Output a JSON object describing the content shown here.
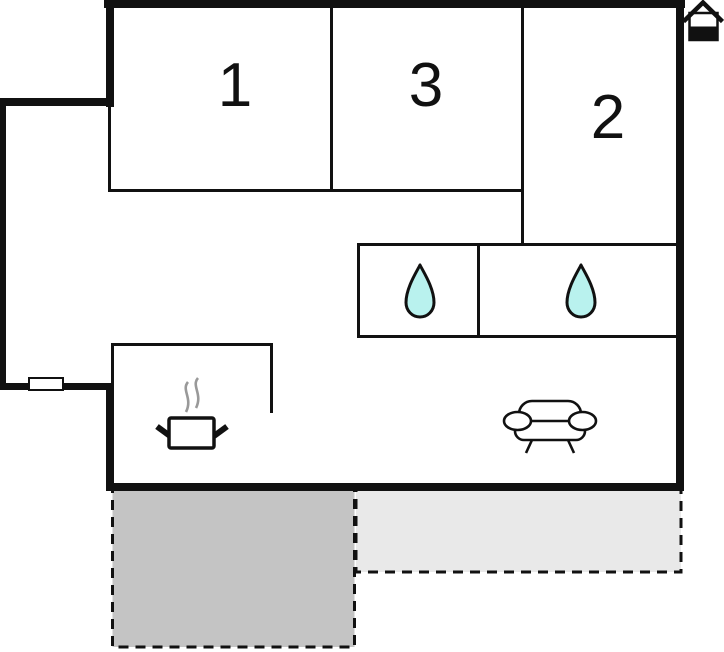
{
  "floorplan": {
    "rooms": [
      {
        "id": "room-1",
        "label": "1"
      },
      {
        "id": "room-3",
        "label": "3"
      },
      {
        "id": "room-2",
        "label": "2"
      }
    ],
    "bathrooms": {
      "water_drop_count": 2
    },
    "icons": [
      "north-house-icon",
      "water-drop-icon",
      "cooking-pot-icon",
      "steam-icon",
      "sofa-icon",
      "window-marker"
    ],
    "colors": {
      "wall": "#111111",
      "background": "#ffffff",
      "water_drop_fill": "#b9f2ee",
      "steam_stroke": "#999999",
      "terrace_dark_fill": "#c4c4c4",
      "terrace_light_fill": "#e9e9e9"
    }
  }
}
